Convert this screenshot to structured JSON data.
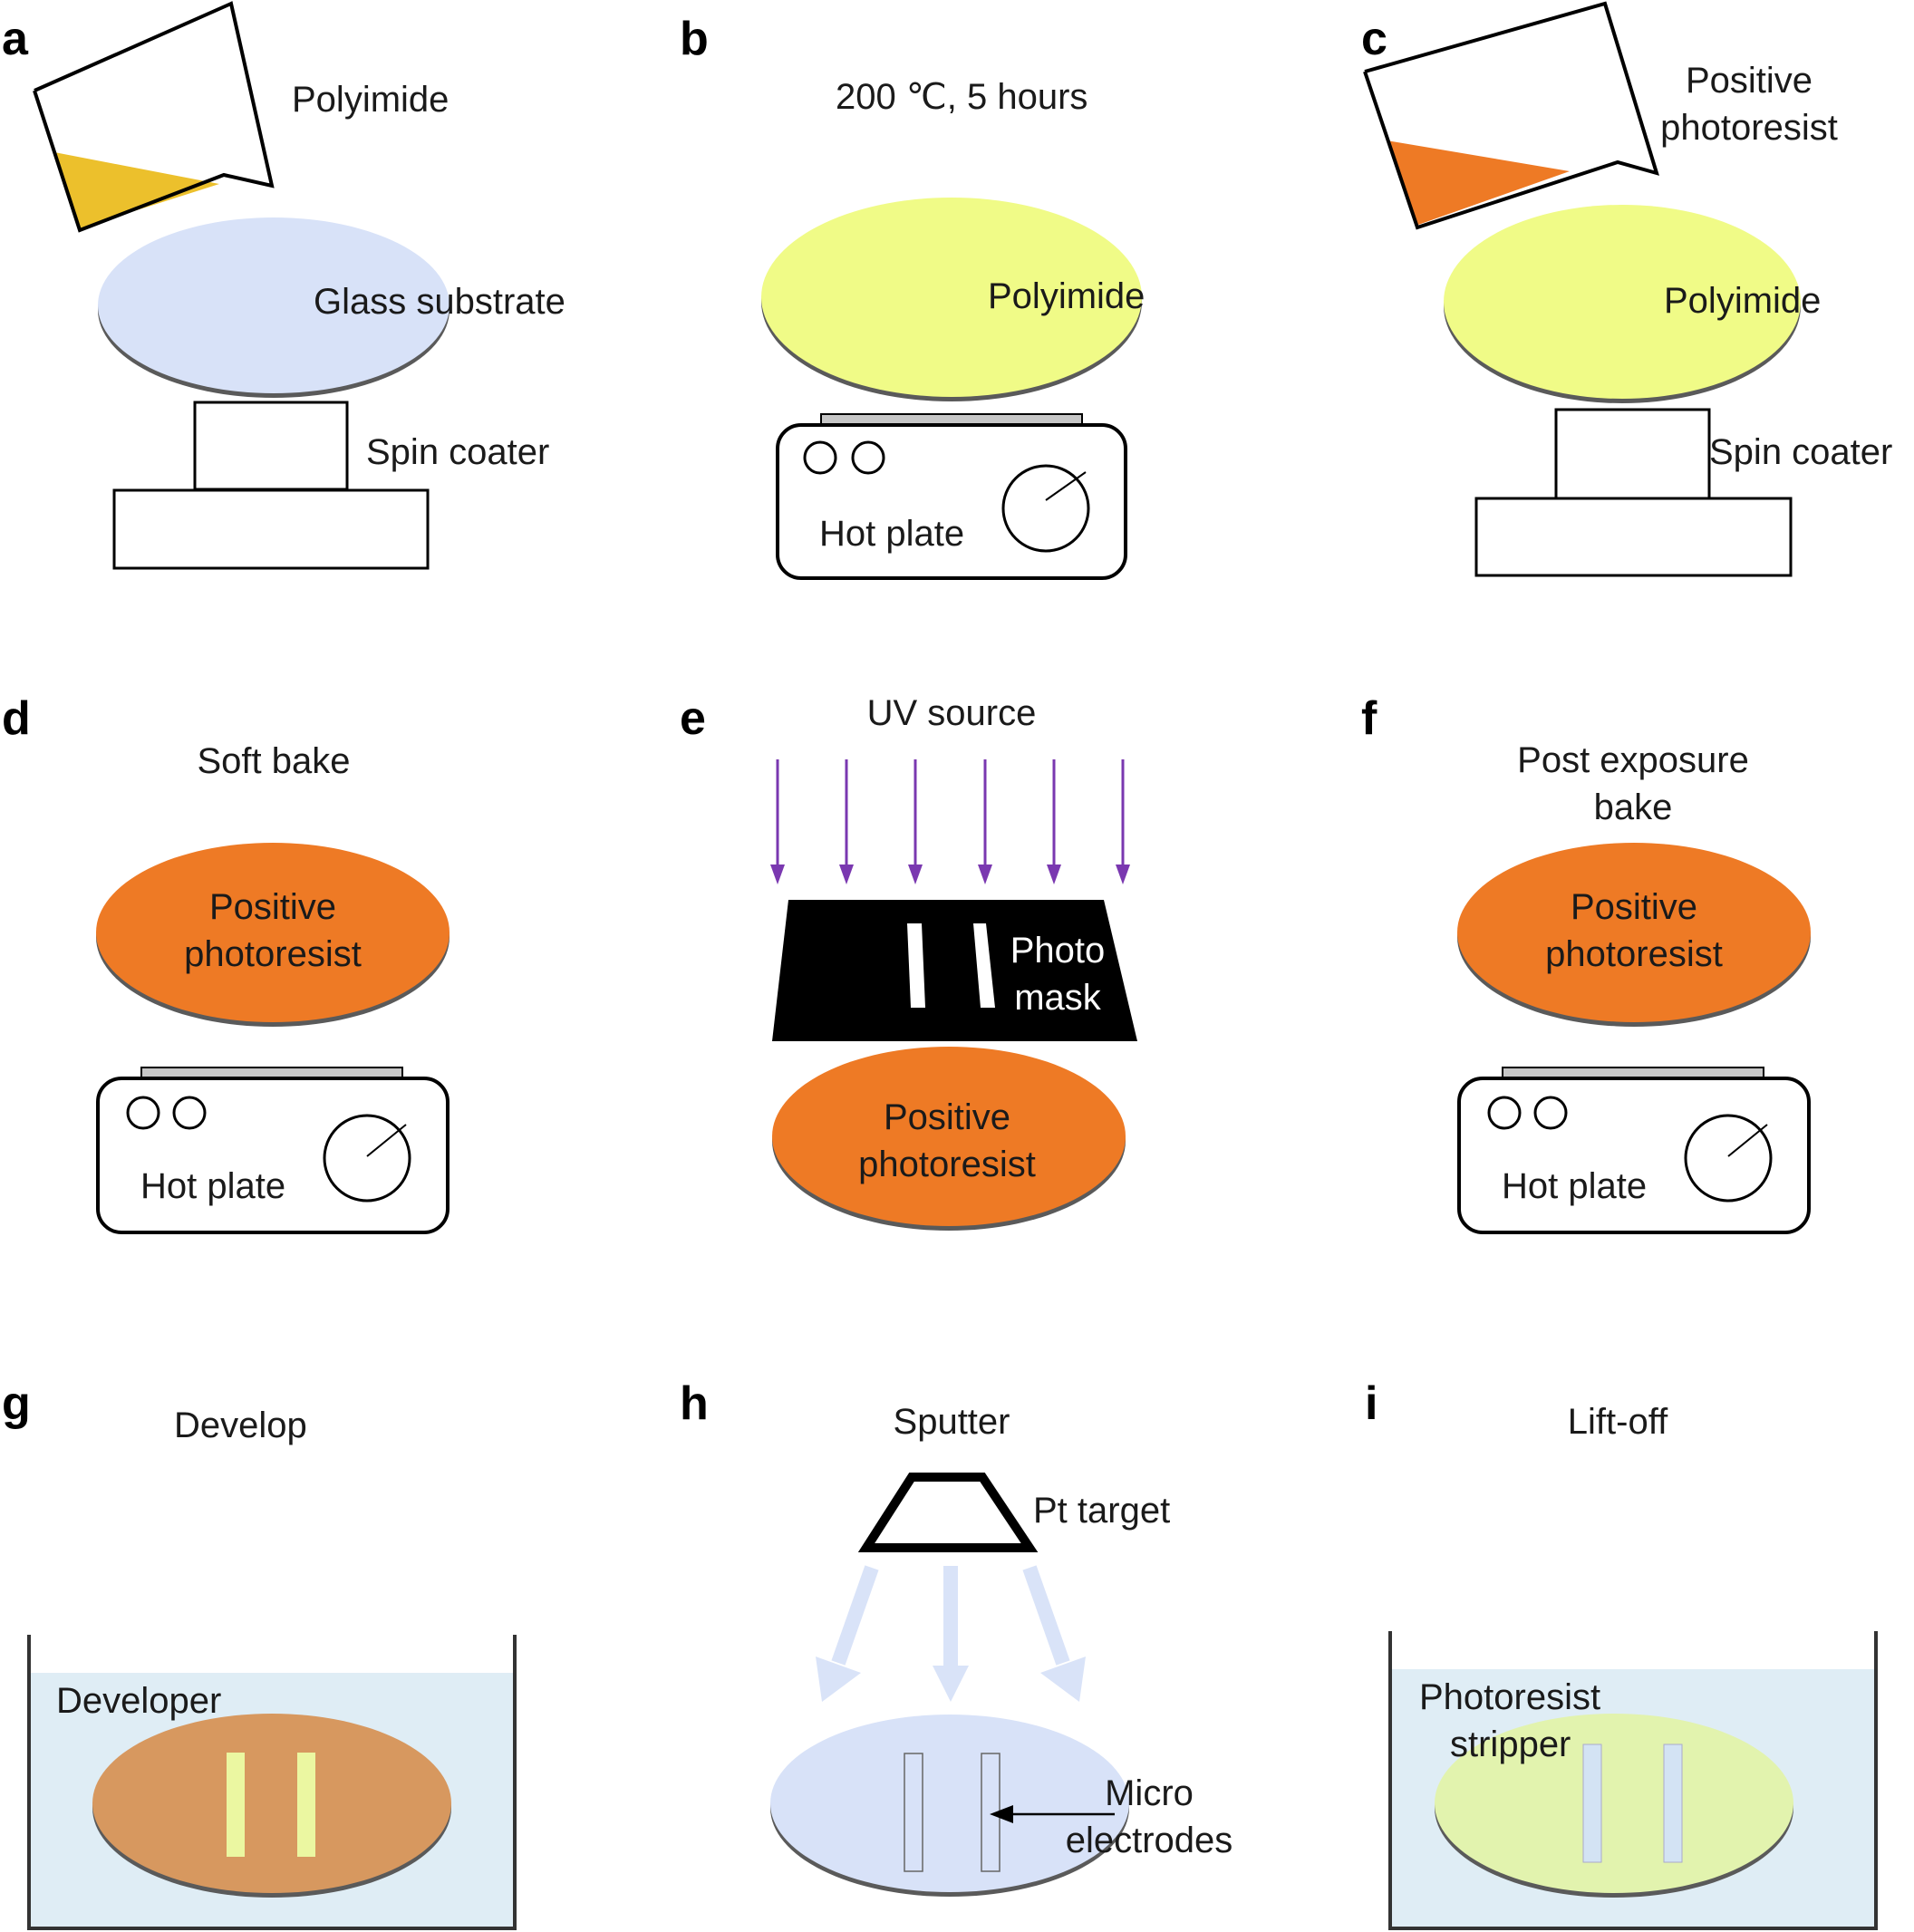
{
  "panels": {
    "a": {
      "letter": "a",
      "liquid": "Polyimide",
      "substrate": "Glass substrate",
      "device": "Spin coater"
    },
    "b": {
      "letter": "b",
      "condition": "200 ℃, 5 hours",
      "wafer": "Polyimide",
      "device": "Hot plate"
    },
    "c": {
      "letter": "c",
      "liquid_line1": "Positive",
      "liquid_line2": "photoresist",
      "wafer": "Polyimide",
      "device": "Spin coater"
    },
    "d": {
      "letter": "d",
      "step": "Soft bake",
      "wafer_line1": "Positive",
      "wafer_line2": "photoresist",
      "device": "Hot plate"
    },
    "e": {
      "letter": "e",
      "source": "UV source",
      "mask_line1": "Photo",
      "mask_line2": "mask",
      "wafer_line1": "Positive",
      "wafer_line2": "photoresist"
    },
    "f": {
      "letter": "f",
      "step_line1": "Post exposure",
      "step_line2": "bake",
      "wafer_line1": "Positive",
      "wafer_line2": "photoresist",
      "device": "Hot plate"
    },
    "g": {
      "letter": "g",
      "step": "Develop",
      "bath": "Developer"
    },
    "h": {
      "letter": "h",
      "step": "Sputter",
      "target": "Pt target",
      "pointer_line1": "Micro",
      "pointer_line2": "electrodes"
    },
    "i": {
      "letter": "i",
      "step": "Lift-off",
      "bath_line1": "Photoresist",
      "bath_line2": "stripper"
    }
  },
  "colors": {
    "polyimide_liquid": "#ecc02c",
    "photoresist": "#ee7a25",
    "glass": "#d8e2f8",
    "polyimide_film": "#f0fb87",
    "hotplate_top": "#c6c6c6",
    "uv_arrow": "#7a38b0",
    "bath_liquid": "#dfedf5",
    "developed_wafer": "#d7985f",
    "exposed_stripe": "#ebf7a1",
    "sputter_arrow": "#d9e3f8",
    "liftoff_wafer": "#e2f3ae"
  }
}
